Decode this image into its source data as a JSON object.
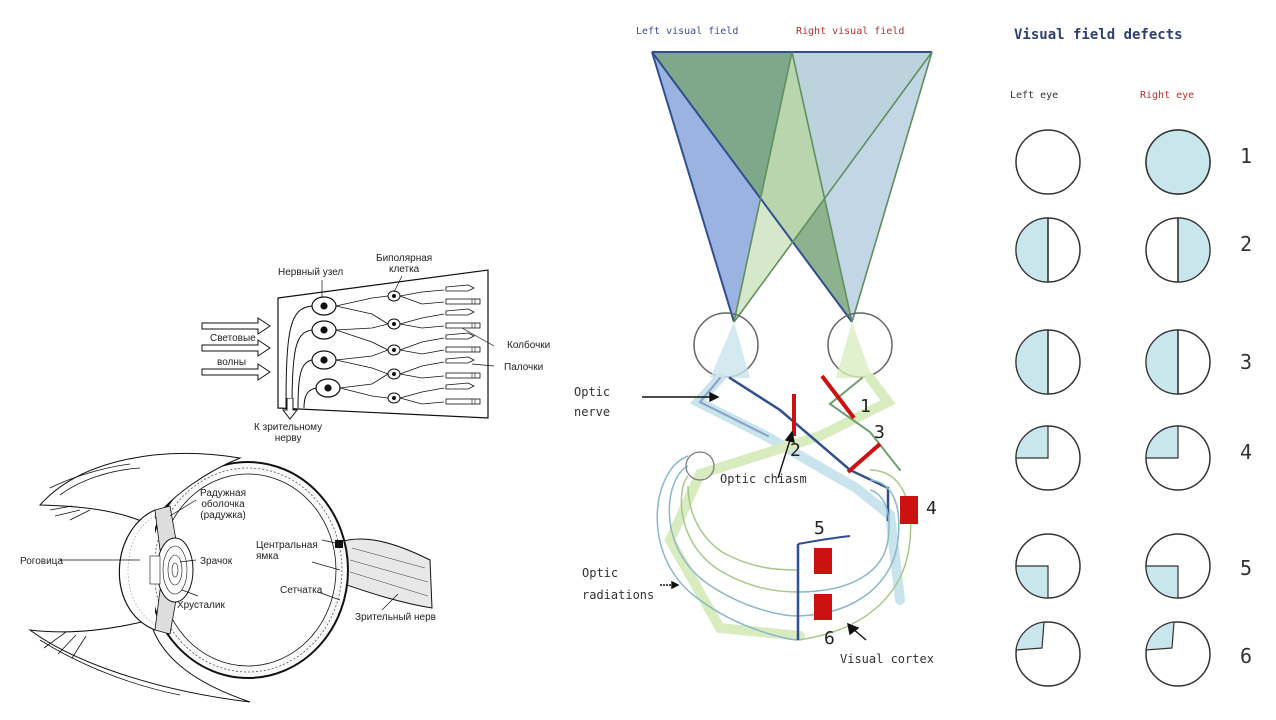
{
  "eye_anatomy": {
    "labels": {
      "nerve_node": "Нервный узел",
      "bipolar_cell": "Биполярная\nклетка",
      "light_waves_1": "Световые",
      "light_waves_2": "волны",
      "cones": "Колбочки",
      "rods": "Палочки",
      "to_optic_nerve": "К зрительному\nнерву",
      "iris": "Радужная\nоболочка\n(радужка)",
      "cornea": "Роговица",
      "pupil": "Зрачок",
      "lens": "Хрусталик",
      "fovea": "Центральная\nямка",
      "retina": "Сетчатка",
      "optic_nerve": "Зрительный нерв"
    }
  },
  "pathway": {
    "left_field": "Left visual field",
    "right_field": "Right visual field",
    "optic_nerve": "Optic\nnerve",
    "optic_chiasm": "Optic chiasm",
    "optic_radiations": "Optic\nradiations",
    "visual_cortex": "Visual cortex",
    "lesion_numbers": [
      "1",
      "2",
      "3",
      "4",
      "5",
      "6"
    ],
    "colors": {
      "blue": "#6f8fcf",
      "green": "#6f9f6f",
      "lesion": "#cc1111",
      "light_blue": "#c9e4ec",
      "light_green": "#d9ecc0"
    }
  },
  "defects": {
    "title": "Visual field defects",
    "left_eye": "Left eye",
    "right_eye": "Right eye",
    "rows": [
      {
        "num": "1",
        "left": "none",
        "right": "full"
      },
      {
        "num": "2",
        "left": "left-half",
        "right": "right-half"
      },
      {
        "num": "3",
        "left": "left-half",
        "right": "left-half"
      },
      {
        "num": "4",
        "left": "upper-left-quadrant",
        "right": "upper-left-quadrant"
      },
      {
        "num": "5",
        "left": "lower-left-quadrant",
        "right": "lower-left-quadrant"
      },
      {
        "num": "6",
        "left": "upper-left-quadrant-sparing",
        "right": "upper-left-quadrant-sparing"
      }
    ],
    "fill_color": "#c9e6ec"
  }
}
